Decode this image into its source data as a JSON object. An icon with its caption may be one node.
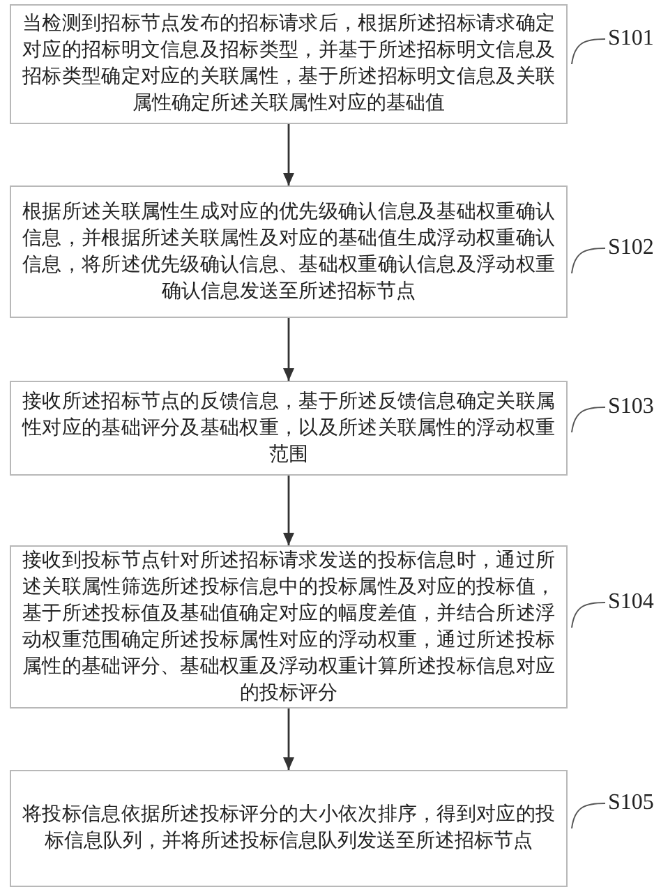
{
  "diagram": {
    "nodes": [
      {
        "text": [
          "当检测到招标节点发布的招标请求后，根据所述招标请求确定对应的招标明文信息及招标类型，并基于所述招标明文信息及招标类型确定对应的关联属性，基于所述招标明文信息及关联属性确定所述关联属性对应的基础值"
        ]
      },
      {
        "text": [
          "S101"
        ]
      },
      {
        "text": [
          "根据所述关联属性生成对应的优先级确认信息及基础权重确认信息，并根据所述关联属性及对应的基础值生成浮动权重确认信息，将所述优先级确认信息、基础权重确认信息及浮动权重确认信息发送至所述招标节点"
        ]
      },
      {
        "text": [
          "S102"
        ]
      },
      {
        "text": [
          "接收所述招标节点的反馈信息，基于所述反馈信息确定关联属性对应的基础评分及基础权重，以及所述关联属性的浮动权重范围"
        ]
      },
      {
        "text": [
          "S103"
        ]
      },
      {
        "text": [
          "接收到投标节点针对所述招标请求发送的投标信息时，通过所述关联属性筛选所述投标信息中的投标属性及对应的投标值，基于所述投标值及基础值确定对应的幅度差值，并结合所述浮动权重范围确定所述投标属性对应的浮动权重，通过所述投标属性的基础评分、基础权重及浮动权重计算所述投标信息对应的投标评分"
        ]
      },
      {
        "text": [
          "S104"
        ]
      },
      {
        "text": [
          "将投标信息依据所述投标评分的大小依次排序，得到对应的投标信息队列，并将所述投标信息队列发送至所述招标节点"
        ]
      },
      {
        "text": [
          "S105"
        ]
      }
    ],
    "edges": [
      {
        "from": 0,
        "to": 2,
        "arrow": "to"
      },
      {
        "from": 2,
        "to": 4,
        "arrow": "to"
      },
      {
        "from": 4,
        "to": 6,
        "arrow": "to"
      },
      {
        "from": 6,
        "to": 8,
        "arrow": "to"
      },
      {
        "from": 1,
        "to": 0,
        "arrow": "none"
      },
      {
        "from": 3,
        "to": 2,
        "arrow": "none"
      },
      {
        "from": 5,
        "to": 4,
        "arrow": "none"
      },
      {
        "from": 7,
        "to": 6,
        "arrow": "none"
      },
      {
        "from": 9,
        "to": 8,
        "arrow": "none"
      }
    ]
  }
}
